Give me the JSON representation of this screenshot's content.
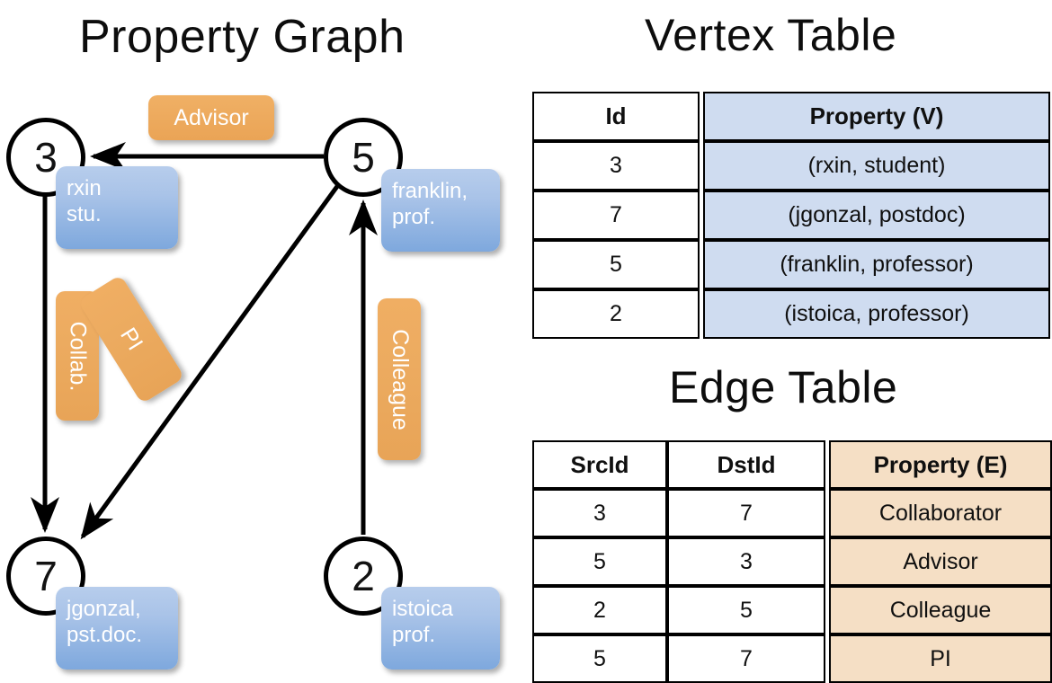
{
  "titles": {
    "property_graph": "Property Graph",
    "vertex_table": "Vertex Table",
    "edge_table": "Edge Table"
  },
  "graph": {
    "nodes": [
      {
        "id": "3",
        "property_line1": "rxin",
        "property_line2": "stu."
      },
      {
        "id": "5",
        "property_line1": "franklin,",
        "property_line2": "prof."
      },
      {
        "id": "7",
        "property_line1": "jgonzal,",
        "property_line2": "pst.doc."
      },
      {
        "id": "2",
        "property_line1": "istoica",
        "property_line2": "prof."
      }
    ],
    "edge_labels": {
      "advisor": "Advisor",
      "collab": "Collab.",
      "pi": "PI",
      "colleague": "Colleague"
    }
  },
  "vertex_table": {
    "headers": [
      "Id",
      "Property (V)"
    ],
    "rows": [
      {
        "id": "3",
        "property": "(rxin, student)"
      },
      {
        "id": "7",
        "property": "(jgonzal, postdoc)"
      },
      {
        "id": "5",
        "property": "(franklin, professor)"
      },
      {
        "id": "2",
        "property": "(istoica, professor)"
      }
    ]
  },
  "edge_table": {
    "headers": [
      "SrcId",
      "DstId",
      "Property (E)"
    ],
    "rows": [
      {
        "src": "3",
        "dst": "7",
        "property": "Collaborator"
      },
      {
        "src": "5",
        "dst": "3",
        "property": "Advisor"
      },
      {
        "src": "2",
        "dst": "5",
        "property": "Colleague"
      },
      {
        "src": "5",
        "dst": "7",
        "property": "PI"
      }
    ]
  },
  "colors": {
    "vertex_property_fill": "#cfdcf0",
    "edge_property_fill": "#f5dfc5",
    "node_box_blue": "#7ea8dd",
    "edge_label_orange": "#eaa456",
    "stroke": "#000000"
  }
}
